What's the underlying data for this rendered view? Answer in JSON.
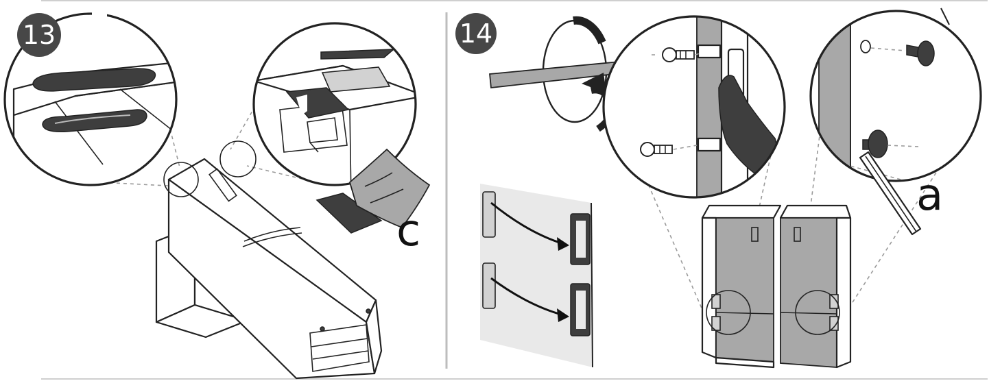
{
  "steps": [
    {
      "number": "13",
      "label": "c"
    },
    {
      "number": "14",
      "label": "a"
    }
  ],
  "colors": {
    "badge": "#474747",
    "part_dark": "#3e3e3e",
    "panel_grey": "#a8a8a8",
    "line": "#222222"
  }
}
